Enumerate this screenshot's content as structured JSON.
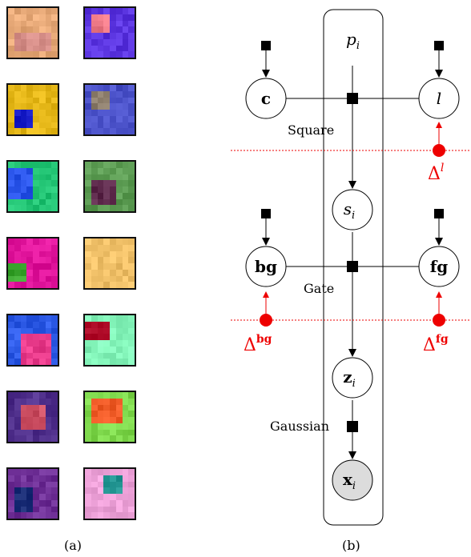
{
  "captions": {
    "a": "(a)",
    "b": "(b)"
  },
  "tiles": [
    {
      "bg": "#e7a978",
      "fg": "#d48c86",
      "patch": [
        1,
        4,
        6,
        3
      ]
    },
    {
      "bg": "#5b35e0",
      "fg": "#ee7a87",
      "patch": [
        1,
        1,
        3,
        3
      ]
    },
    {
      "bg": "#e4b617",
      "fg": "#1419c4",
      "patch": [
        1,
        4,
        3,
        3
      ]
    },
    {
      "bg": "#4a51c8",
      "fg": "#8b7c6a",
      "patch": [
        1,
        1,
        3,
        3
      ]
    },
    {
      "bg": "#22c474",
      "fg": "#2a55ea",
      "patch": [
        0,
        1,
        4,
        5
      ]
    },
    {
      "bg": "#5c9c53",
      "fg": "#5e2a4c",
      "patch": [
        1,
        3,
        4,
        4
      ]
    },
    {
      "bg": "#e0149b",
      "fg": "#3aa52e",
      "patch": [
        0,
        4,
        3,
        3
      ]
    },
    {
      "bg": "#f0c068",
      "fg": "#f0c068",
      "patch": [
        0,
        0,
        0,
        0
      ]
    },
    {
      "bg": "#2d5ae6",
      "fg": "#ea3c8c",
      "patch": [
        2,
        3,
        5,
        5
      ]
    },
    {
      "bg": "#82f3b8",
      "fg": "#b5112e",
      "patch": [
        0,
        1,
        4,
        3
      ]
    },
    {
      "bg": "#50308c",
      "fg": "#cd4f63",
      "patch": [
        2,
        2,
        4,
        4
      ]
    },
    {
      "bg": "#7ed84c",
      "fg": "#ee5a26",
      "patch": [
        1,
        1,
        5,
        4
      ]
    },
    {
      "bg": "#6e2f96",
      "fg": "#172a73",
      "patch": [
        1,
        3,
        3,
        4
      ]
    },
    {
      "bg": "#eea2d9",
      "fg": "#20928f",
      "patch": [
        3,
        1,
        3,
        3
      ]
    }
  ],
  "plate_label": "p",
  "plate_sub": "i",
  "nodes": {
    "c": "c",
    "l": "l",
    "s_main": "s",
    "s_sub": "i",
    "bg": "bg",
    "fg": "fg",
    "z_main": "z",
    "z_sub": "i",
    "x_main": "x",
    "x_sub": "i"
  },
  "factor_labels": {
    "square": "Square",
    "gate": "Gate",
    "gaussian": "Gaussian"
  },
  "deltas": {
    "symbol": "Δ",
    "l": "l",
    "bg": "bg",
    "fg": "fg"
  },
  "colors": {
    "delta": "#ee0000",
    "observed": "#dcdcdc",
    "edge": "#000000"
  }
}
